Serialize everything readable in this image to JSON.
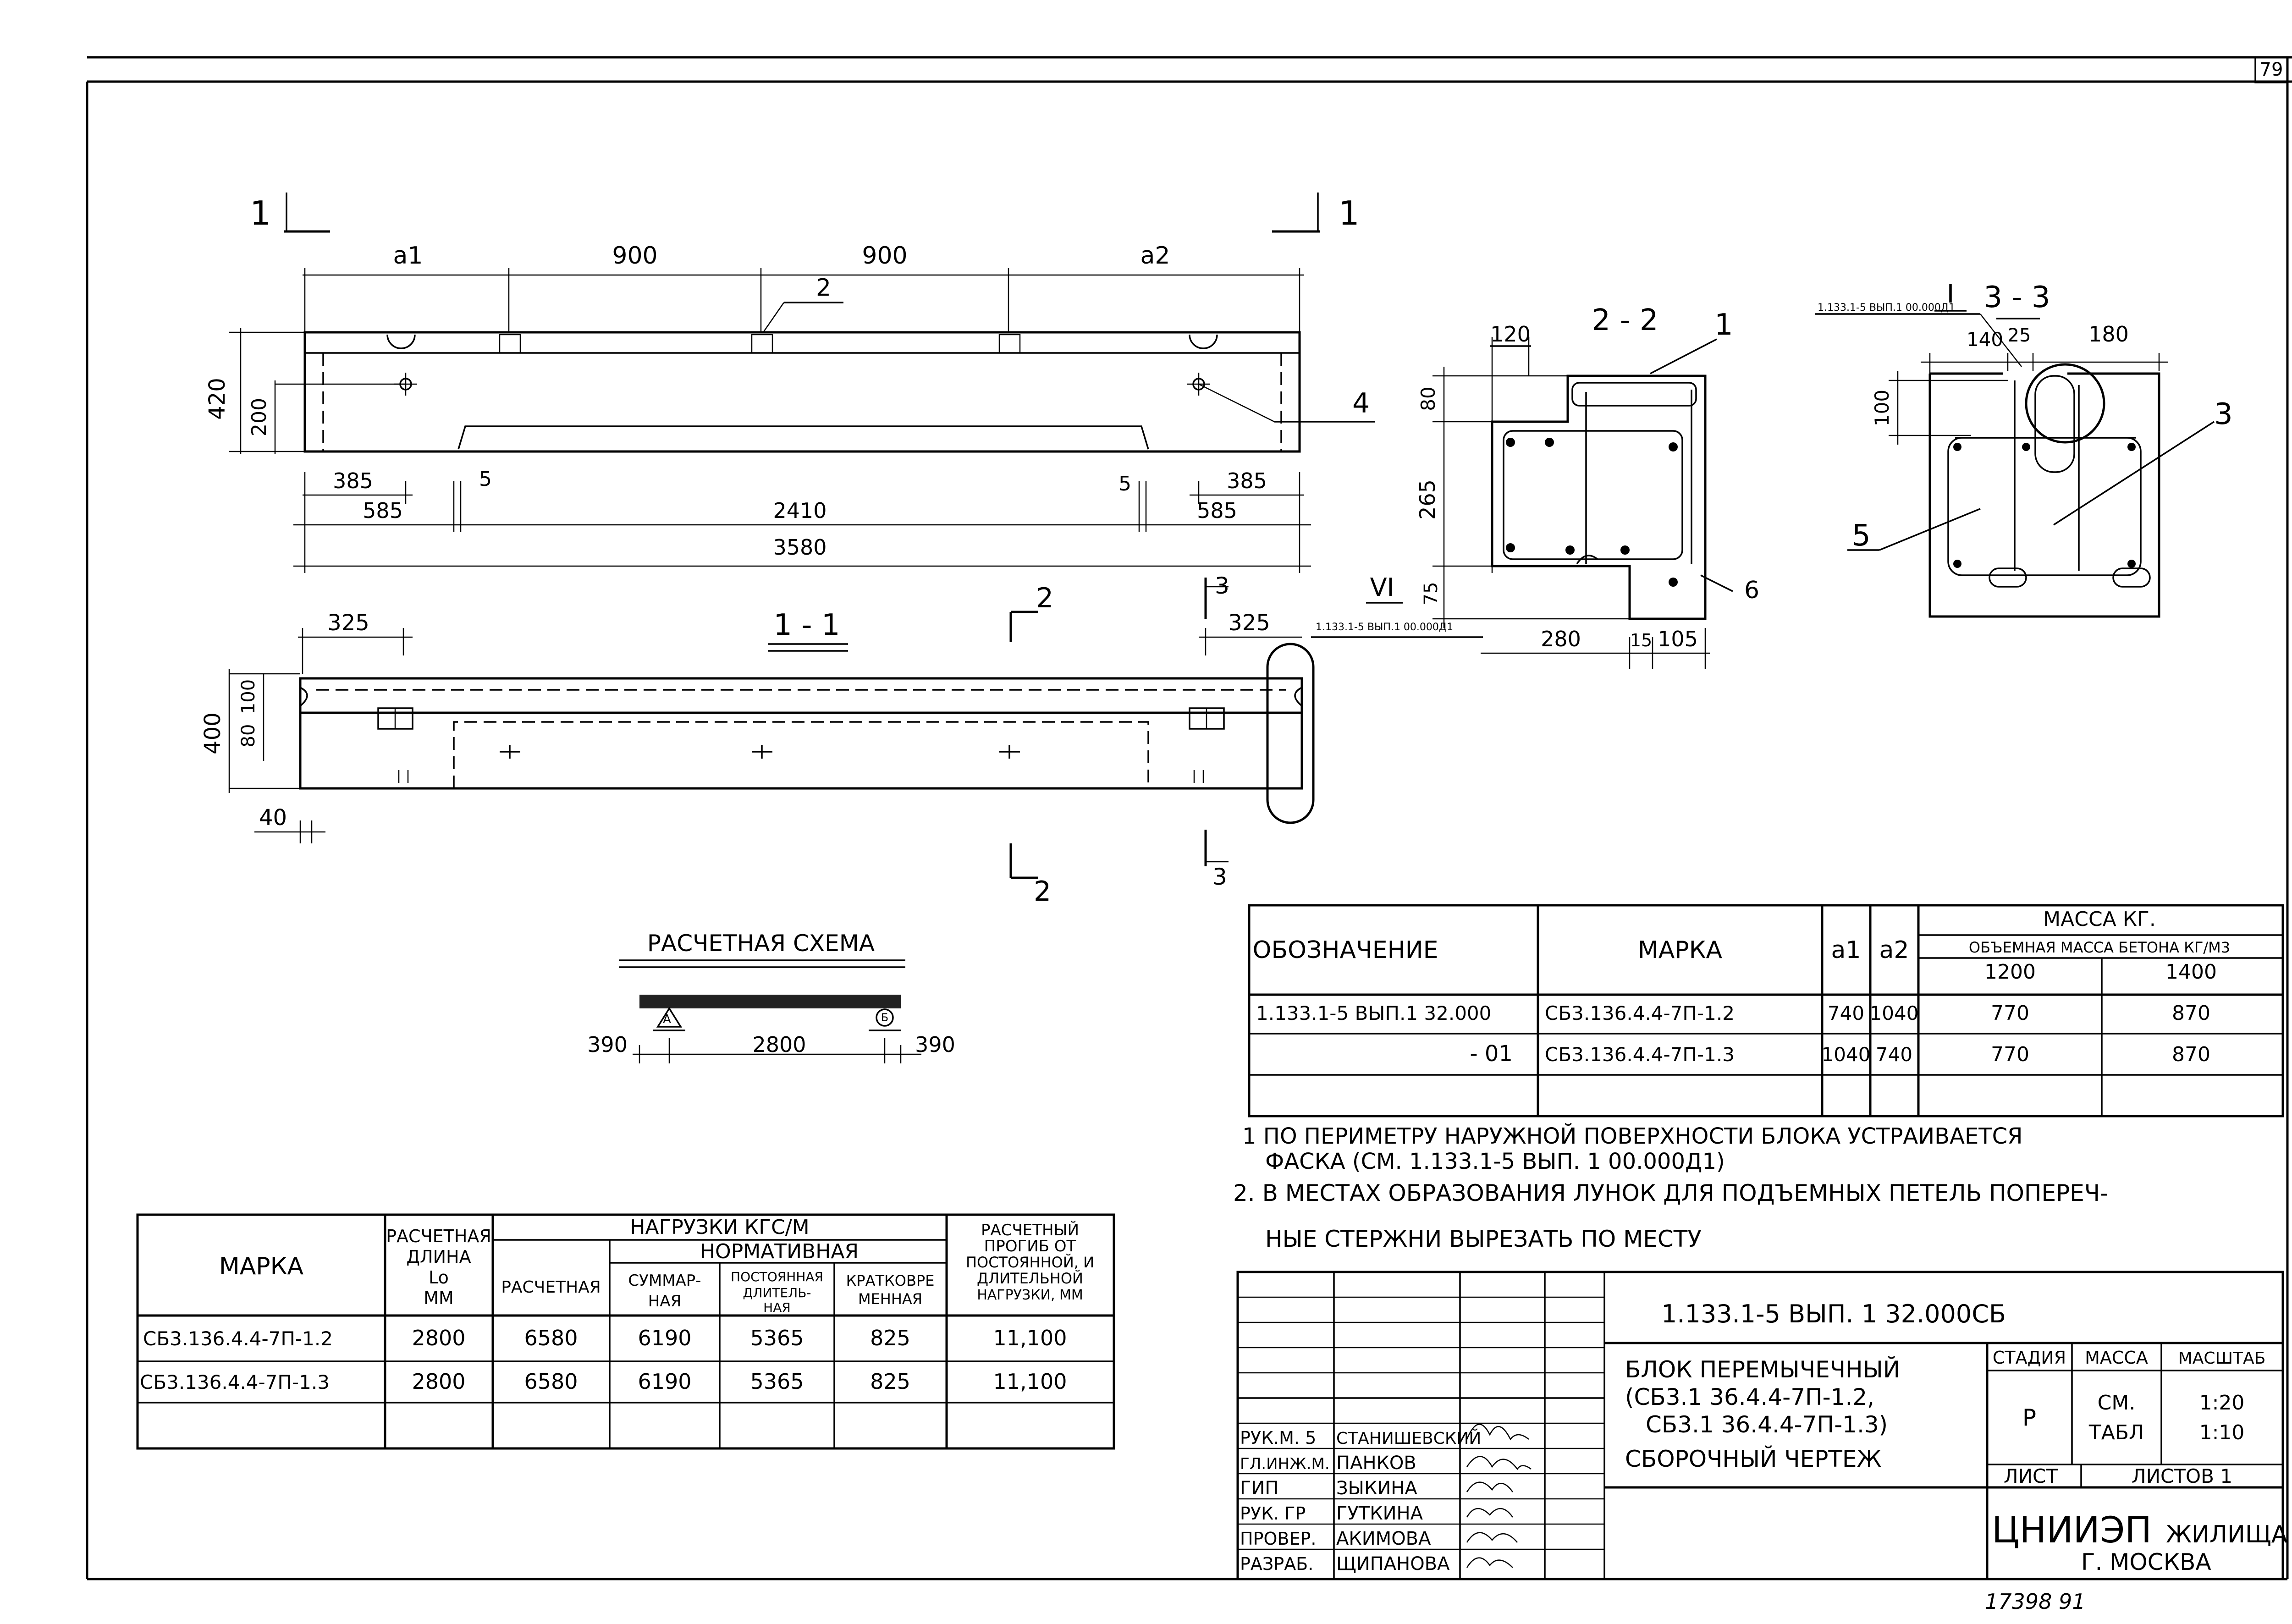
{
  "sheet": {
    "page_number": "79",
    "bottom_note": "17398 91",
    "designation": "1.133.1-5 ВЫП. 1 32.000СБ",
    "title_lines": [
      "БЛОК ПЕРЕМЫЧЕЧНЫЙ",
      "(СБ3.1 36.4.4-7П-1.2,",
      "СБ3.1 36.4.4-7П-1.3)",
      "СБОРОЧНЫЙ ЧЕРТЕЖ"
    ],
    "stage_label": "СТАДИЯ",
    "mass_label": "МАССА",
    "scale_label": "МАСШТАБ",
    "stage_value": "Р",
    "mass_value_1": "СМ.",
    "mass_value_2": "ТАБЛ",
    "scale_value_1": "1:20",
    "scale_value_2": "1:10",
    "sheet_label": "ЛИСТ",
    "sheets_label": "ЛИСТОВ 1",
    "org_1": "ЦНИИЭП",
    "org_2": "ЖИЛИЩА",
    "org_3": "Г. МОСКВА",
    "signatures": [
      {
        "role": "РУК.М. 5",
        "name": "СТАНИШЕВСКИЙ"
      },
      {
        "role": "ГЛ.ИНЖ.М.",
        "name": "ПАНКОВ"
      },
      {
        "role": "ГИП",
        "name": "ЗЫКИНА"
      },
      {
        "role": "РУК. ГР",
        "name": "ГУТКИНА"
      },
      {
        "role": "ПРОВЕР.",
        "name": "АКИМОВА"
      },
      {
        "role": "РАЗРАБ.",
        "name": "ЩИПАНОВА"
      }
    ]
  },
  "elevation": {
    "section_mark": "1",
    "dims_top": [
      "a1",
      "900",
      "900",
      "a2"
    ],
    "height_total": "420",
    "height_lower": "200",
    "dim_385_l": "385",
    "dim_5_l": "5",
    "dim_585_l": "585",
    "dim_2410": "2410",
    "dim_3580": "3580",
    "dim_5_r": "5",
    "dim_385_r": "385",
    "dim_585_r": "585",
    "callout_2": "2",
    "callout_4": "4"
  },
  "section_1_1": {
    "title": "1 - 1",
    "mark_2": "2",
    "mark_3": "3",
    "dim_325_l": "325",
    "dim_325_r": "325",
    "dim_400": "400",
    "dim_80": "80",
    "dim_100": "100",
    "dim_40": "40",
    "detail_mark": "VI",
    "detail_ref": "1.133.1-5 ВЫП.1 00.000Д1"
  },
  "section_2_2": {
    "title": "2 - 2",
    "callout_1": "1",
    "callout_6": "6",
    "dim_120": "120",
    "dim_80": "80",
    "dim_265": "265",
    "dim_75": "75",
    "dim_280": "280",
    "dim_15": "15",
    "dim_105": "105"
  },
  "section_3_3": {
    "title": "3 - 3",
    "detail_mark": "I",
    "detail_ref": "1.133.1-5 ВЫП.1 00.000Д1",
    "dim_140": "140",
    "dim_25": "25",
    "dim_180": "180",
    "dim_100": "100",
    "callout_3": "3",
    "callout_5": "5"
  },
  "calc_scheme": {
    "title": "РАСЧЕТНАЯ СХЕМА",
    "support_a": "А",
    "support_b": "Б",
    "dim_left": "390",
    "dim_span": "2800",
    "dim_right": "390"
  },
  "marks_table": {
    "headers": {
      "designation": "ОБОЗНАЧЕНИЕ",
      "mark": "МАРКА",
      "a1": "a1",
      "a2": "a2",
      "mass": "МАССА КГ.",
      "density": "ОБЪЕМНАЯ МАССА БЕТОНА КГ/М3",
      "d1200": "1200",
      "d1400": "1400"
    },
    "rows": [
      {
        "designation": "1.133.1-5 ВЫП.1 32.000",
        "mark": "СБ3.136.4.4-7П-1.2",
        "a1": "740",
        "a2": "1040",
        "m1200": "770",
        "m1400": "870"
      },
      {
        "designation": "- 01",
        "mark": "СБ3.136.4.4-7П-1.3",
        "a1": "1040",
        "a2": "740",
        "m1200": "770",
        "m1400": "870"
      }
    ]
  },
  "notes": {
    "n1a": "1 ПО ПЕРИМЕТРУ НАРУЖНОЙ ПОВЕРХНОСТИ БЛОКА УСТРАИВАЕТСЯ",
    "n1b": "ФАСКА (СМ. 1.133.1-5 ВЫП. 1 00.000Д1)",
    "n2a": "2. В МЕСТАХ ОБРАЗОВАНИЯ ЛУНОК ДЛЯ ПОДЪЕМНЫХ ПЕТЕЛЬ ПОПЕРЕЧ-",
    "n2b": "НЫЕ СТЕРЖНИ ВЫРЕЗАТЬ ПО МЕСТУ"
  },
  "loads_table": {
    "headers": {
      "mark": "МАРКА",
      "length_1": "РАСЧЕТНАЯ",
      "length_2": "ДЛИНА",
      "length_3": "Lo",
      "length_4": "ММ",
      "loads": "НАГРУЗКИ КГС/М",
      "normative": "НОРМАТИВНАЯ",
      "design": "РАСЧЕТНАЯ",
      "sum_1": "СУММАР-",
      "sum_2": "НАЯ",
      "perm_1": "ПОСТОЯННАЯ",
      "perm_2": "ДЛИТЕЛЬ-",
      "perm_3": "НАЯ",
      "short_1": "КРАТКОВРЕ",
      "short_2": "МЕННАЯ",
      "defl_1": "РАСЧЕТНЫЙ",
      "defl_2": "ПРОГИБ ОТ",
      "defl_3": "ПОСТОЯННОЙ, И",
      "defl_4": "ДЛИТЕЛЬНОЙ",
      "defl_5": "НАГРУЗКИ, ММ"
    },
    "rows": [
      {
        "mark": "СБ3.136.4.4-7П-1.2",
        "length": "2800",
        "design": "6580",
        "sum": "6190",
        "perm": "5365",
        "short": "825",
        "defl": "11,100"
      },
      {
        "mark": "СБ3.136.4.4-7П-1.3",
        "length": "2800",
        "design": "6580",
        "sum": "6190",
        "perm": "5365",
        "short": "825",
        "defl": "11,100"
      }
    ]
  }
}
